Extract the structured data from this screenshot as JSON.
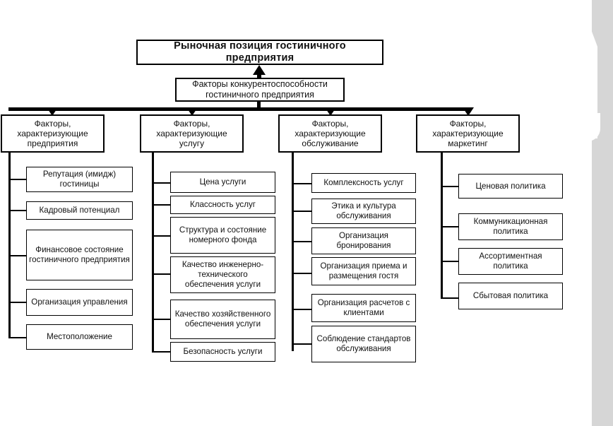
{
  "diagram": {
    "title_root": "Рыночная позиция гостиничного предприятия",
    "subtitle": "Факторы конкурентоспособности гостиничного предприятия",
    "colors": {
      "background": "#ffffff",
      "stroke": "#000000",
      "page_strip": "#d6d6d6",
      "node_fill": "#ffffff"
    },
    "branches": [
      {
        "heading": "Факторы, характеризующие предприятия",
        "items": [
          "Репутация (имидж) гостиницы",
          "Кадровый потенциал",
          "Финансовое состояние гостиничного предприятия",
          "Организация управления",
          "Местоположение"
        ]
      },
      {
        "heading": "Факторы, характеризующие услугу",
        "items": [
          "Цена услуги",
          "Классность услуг",
          "Структура и состояние номерного фонда",
          "Качество инженерно-технического обеспечения услуги",
          "Качество хозяйственного обеспечения услуги",
          "Безопасность услуги"
        ]
      },
      {
        "heading": "Факторы, характеризующие обслуживание",
        "items": [
          "Комплексность услуг",
          "Этика и культура обслуживания",
          "Организация бронирования",
          "Организация приема и размещения гостя",
          "Организация расчетов с клиентами",
          "Соблюдение стандартов обслуживания"
        ]
      },
      {
        "heading": "Факторы, характеризующие маркетинг",
        "items": [
          "Ценовая политика",
          "Коммуникационная политика",
          "Ассортиментная политика",
          "Сбытовая политика"
        ]
      }
    ]
  }
}
